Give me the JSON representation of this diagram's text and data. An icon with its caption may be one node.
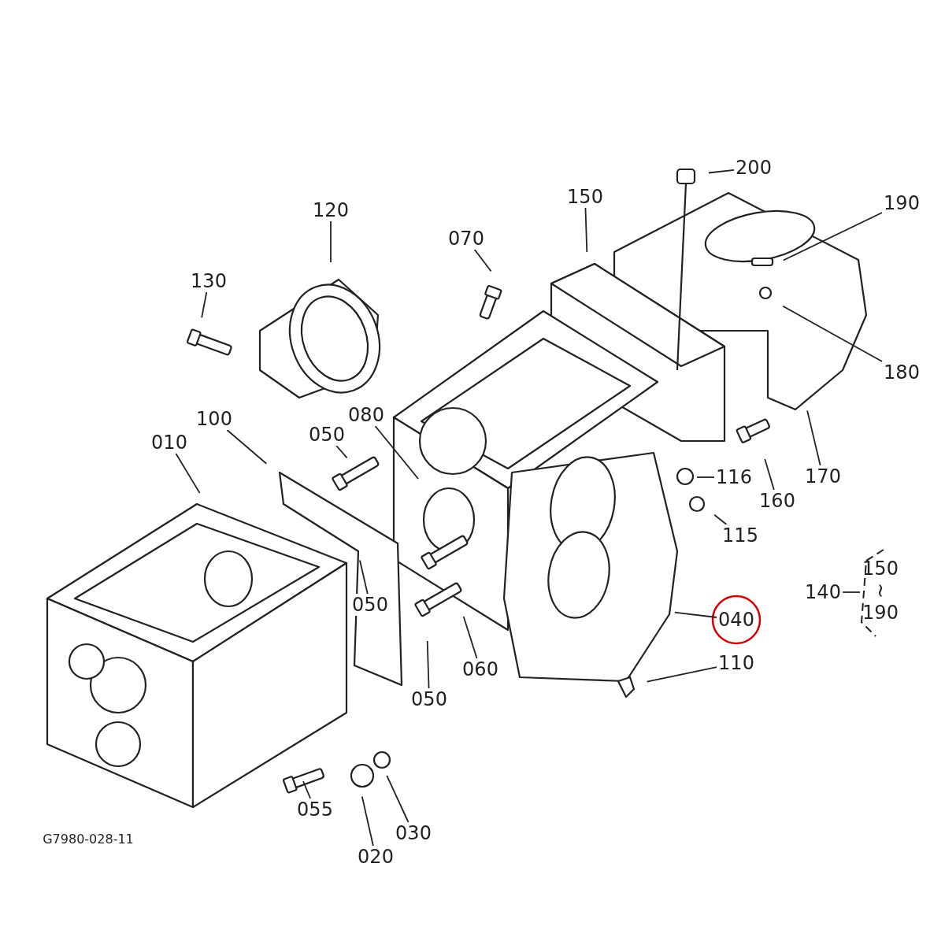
{
  "diagram": {
    "nodes": [
      {
        "text": [
          "200"
        ]
      },
      {
        "text": [
          "150"
        ]
      },
      {
        "text": [
          "190"
        ]
      },
      {
        "text": [
          "120"
        ]
      },
      {
        "text": [
          "070"
        ]
      },
      {
        "text": [
          "130"
        ]
      },
      {
        "text": [
          "180"
        ]
      },
      {
        "text": [
          "010"
        ]
      },
      {
        "text": [
          "100"
        ]
      },
      {
        "text": [
          "080"
        ]
      },
      {
        "text": [
          "050"
        ]
      },
      {
        "text": [
          "170"
        ]
      },
      {
        "text": [
          "160"
        ]
      },
      {
        "text": [
          "116"
        ]
      },
      {
        "text": [
          "115"
        ]
      },
      {
        "text": [
          "050"
        ]
      },
      {
        "text": [
          "140"
        ]
      },
      {
        "text": [
          "040"
        ]
      },
      {
        "text": [
          "060"
        ]
      },
      {
        "text": [
          "110"
        ]
      },
      {
        "text": [
          "050"
        ]
      },
      {
        "text": [
          "055"
        ]
      },
      {
        "text": [
          "030"
        ]
      },
      {
        "text": [
          "020"
        ]
      }
    ],
    "edges": [
      {
        "from": 0,
        "to": null,
        "arrow": "none"
      },
      {
        "from": 1,
        "to": null,
        "arrow": "none"
      },
      {
        "from": 2,
        "to": null,
        "arrow": "none"
      },
      {
        "from": 3,
        "to": null,
        "arrow": "none"
      },
      {
        "from": 4,
        "to": null,
        "arrow": "none"
      },
      {
        "from": 5,
        "to": null,
        "arrow": "none"
      },
      {
        "from": 6,
        "to": null,
        "arrow": "none"
      },
      {
        "from": 7,
        "to": null,
        "arrow": "none"
      },
      {
        "from": 8,
        "to": null,
        "arrow": "none"
      },
      {
        "from": 9,
        "to": null,
        "arrow": "none"
      },
      {
        "from": 10,
        "to": null,
        "arrow": "none"
      },
      {
        "from": 11,
        "to": null,
        "arrow": "none"
      },
      {
        "from": 12,
        "to": null,
        "arrow": "none"
      },
      {
        "from": 13,
        "to": null,
        "arrow": "none"
      },
      {
        "from": 14,
        "to": null,
        "arrow": "none"
      },
      {
        "from": 15,
        "to": null,
        "arrow": "none"
      },
      {
        "from": 16,
        "to": null,
        "arrow": "none"
      },
      {
        "from": 17,
        "to": null,
        "arrow": "none"
      },
      {
        "from": 18,
        "to": null,
        "arrow": "none"
      },
      {
        "from": 19,
        "to": null,
        "arrow": "none"
      },
      {
        "from": 20,
        "to": null,
        "arrow": "none"
      },
      {
        "from": 21,
        "to": null,
        "arrow": "none"
      },
      {
        "from": 22,
        "to": null,
        "arrow": "none"
      },
      {
        "from": 23,
        "to": null,
        "arrow": "none"
      }
    ],
    "labels": [
      "150",
      "~",
      "190",
      "G7980-028-11"
    ]
  }
}
